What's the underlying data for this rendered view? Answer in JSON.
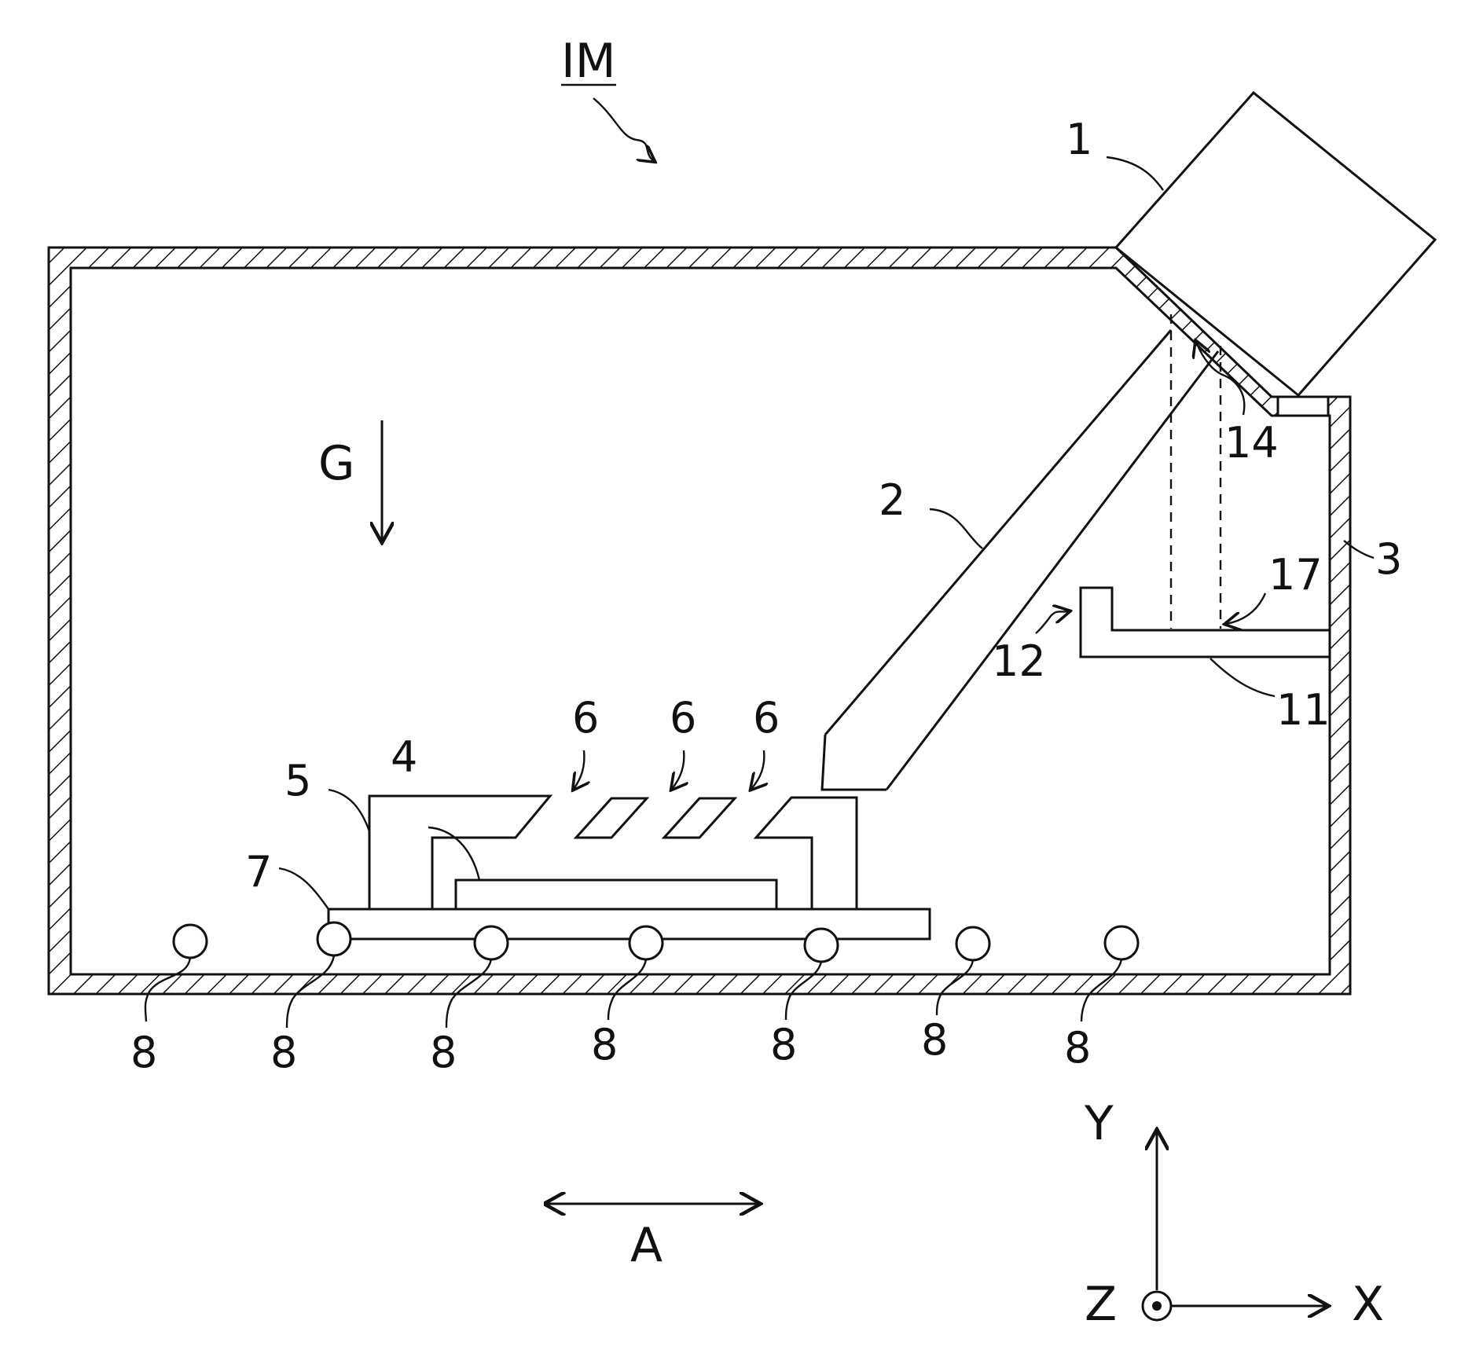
{
  "figure": {
    "device_label": "IM",
    "gravity_label": "G",
    "direction_label": "A",
    "axes": {
      "y": "Y",
      "x": "X",
      "z": "Z"
    },
    "callouts": [
      {
        "key": "item-1",
        "text": "1"
      },
      {
        "key": "item-2",
        "text": "2"
      },
      {
        "key": "item-3",
        "text": "3"
      },
      {
        "key": "item-4",
        "text": "4"
      },
      {
        "key": "item-5",
        "text": "5"
      },
      {
        "key": "item-6a",
        "text": "6"
      },
      {
        "key": "item-6b",
        "text": "6"
      },
      {
        "key": "item-6c",
        "text": "6"
      },
      {
        "key": "item-7",
        "text": "7"
      },
      {
        "key": "item-11",
        "text": "11"
      },
      {
        "key": "item-12",
        "text": "12"
      },
      {
        "key": "item-14",
        "text": "14"
      },
      {
        "key": "item-17",
        "text": "17"
      }
    ],
    "rollers": [
      {
        "key": "roller-1",
        "label": "8"
      },
      {
        "key": "roller-2",
        "label": "8"
      },
      {
        "key": "roller-3",
        "label": "8"
      },
      {
        "key": "roller-4",
        "label": "8"
      },
      {
        "key": "roller-5",
        "label": "8"
      },
      {
        "key": "roller-6",
        "label": "8"
      },
      {
        "key": "roller-7",
        "label": "8"
      }
    ]
  }
}
